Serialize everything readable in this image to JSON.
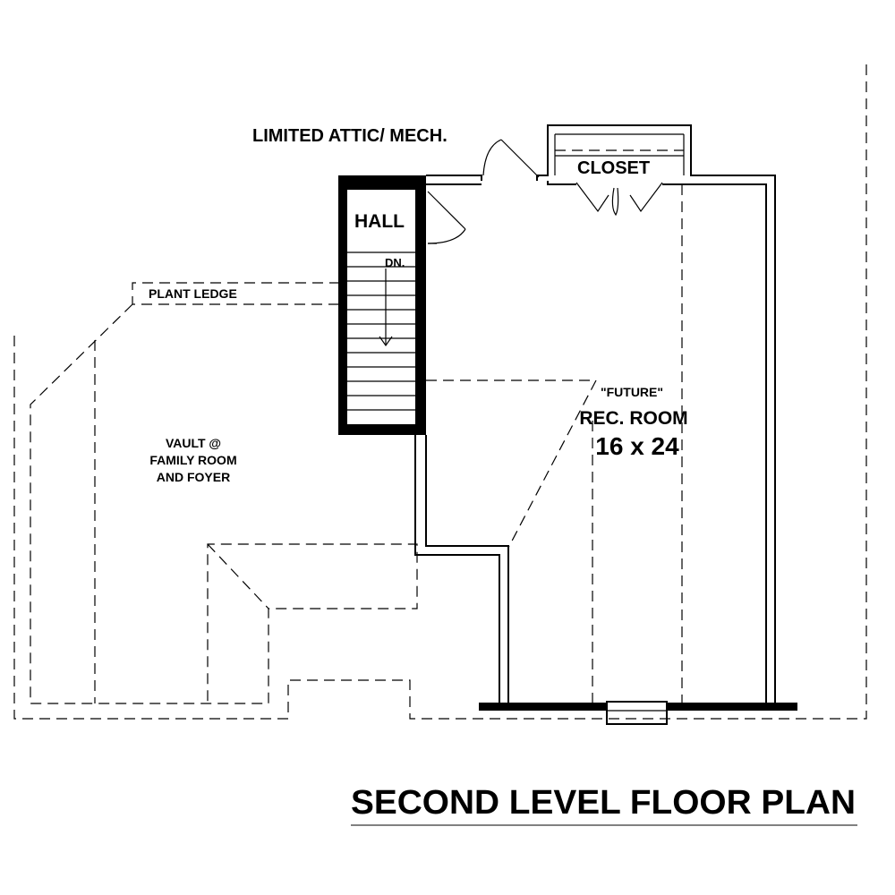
{
  "plan": {
    "title": "SECOND LEVEL FLOOR PLAN",
    "labels": {
      "attic": "LIMITED ATTIC/ MECH.",
      "closet": "CLOSET",
      "hall": "HALL",
      "stair_direction": "DN.",
      "plant_ledge": "PLANT LEDGE",
      "vault_line1": "VAULT @",
      "vault_line2": "FAMILY ROOM",
      "vault_line3": "AND FOYER",
      "future": "\"FUTURE\"",
      "rec_room": "REC. ROOM",
      "rec_room_size": "16 x 24"
    }
  }
}
